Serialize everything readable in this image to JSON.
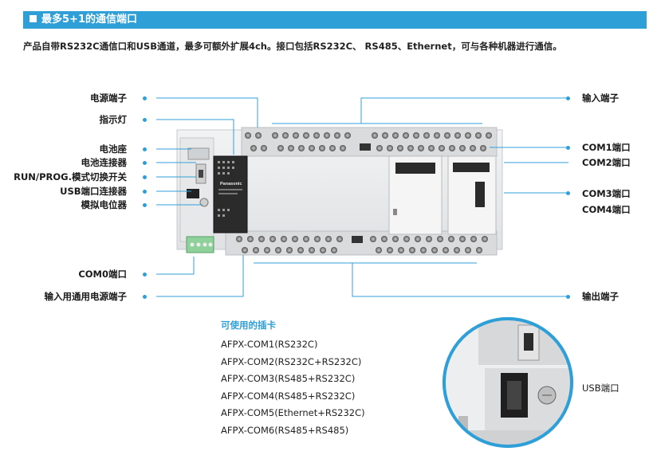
{
  "header": {
    "title": "最多5+1的通信端口"
  },
  "intro": "产品自带RS232C通信口和USB通道，最多可额外扩展4ch。接口包括RS232C、 RS485、Ethernet，可与各种机器进行通信。",
  "plc": {
    "brand": "Panasonic"
  },
  "left_labels": {
    "power_terminal": "电源端子",
    "indicator": "指示灯",
    "battery_holder": "电池座",
    "battery_connector": "电池连接器",
    "mode_switch": "RUN/PROG.模式切换开关",
    "usb_connector": "USB端口连接器",
    "potentiometer": "模拟电位器",
    "com0": "COM0端口",
    "input_power": "输入用通用电源端子"
  },
  "right_labels": {
    "input_terminal": "输入端子",
    "com1": "COM1端口",
    "com2": "COM2端口",
    "com3": "COM3端口",
    "com4": "COM4端口",
    "output_terminal": "输出端子",
    "usb_port": "USB端口"
  },
  "cards": {
    "title": "可使用的插卡",
    "items": [
      "AFPX-COM1(RS232C)",
      "AFPX-COM2(RS232C+RS232C)",
      "AFPX-COM3(RS485+RS232C)",
      "AFPX-COM4(RS485+RS232C)",
      "AFPX-COM5(Ethernet+RS232C)",
      "AFPX-COM6(RS485+RS485)"
    ]
  },
  "colors": {
    "accent": "#2f9fd8",
    "text": "#222222"
  }
}
